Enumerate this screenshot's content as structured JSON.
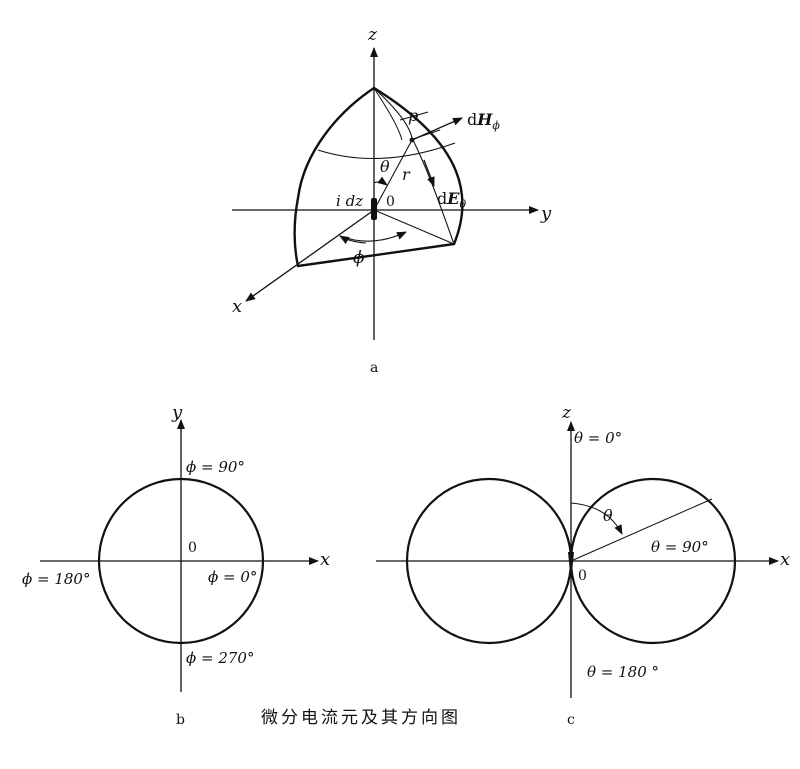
{
  "panel_a": {
    "axis_z": "z",
    "axis_y": "y",
    "axis_x": "x",
    "label_p": "p",
    "label_dH_d": "d",
    "label_dH_H": "H",
    "label_dH_sub": "ϕ",
    "label_theta": "θ",
    "label_r": "r",
    "label_source": "i dz",
    "label_origin": "0",
    "label_dE_d": "d",
    "label_dE_E": "E",
    "label_dE_sub": "θ",
    "label_phi": "ϕ",
    "caption": "a"
  },
  "panel_b": {
    "axis_y": "y",
    "axis_x": "x",
    "origin": "0",
    "phi_90": "ϕ = 90°",
    "phi_180": "ϕ = 180°",
    "phi_0": "ϕ = 0°",
    "phi_270": "ϕ = 270°",
    "caption": "b"
  },
  "panel_c": {
    "axis_z": "z",
    "axis_x": "x",
    "origin": "0",
    "theta_0": "θ = 0°",
    "theta_label": "θ",
    "theta_90": "θ = 90°",
    "theta_180": "θ = 180 °",
    "caption": "c"
  },
  "figure_title": "微分电流元及其方向图"
}
